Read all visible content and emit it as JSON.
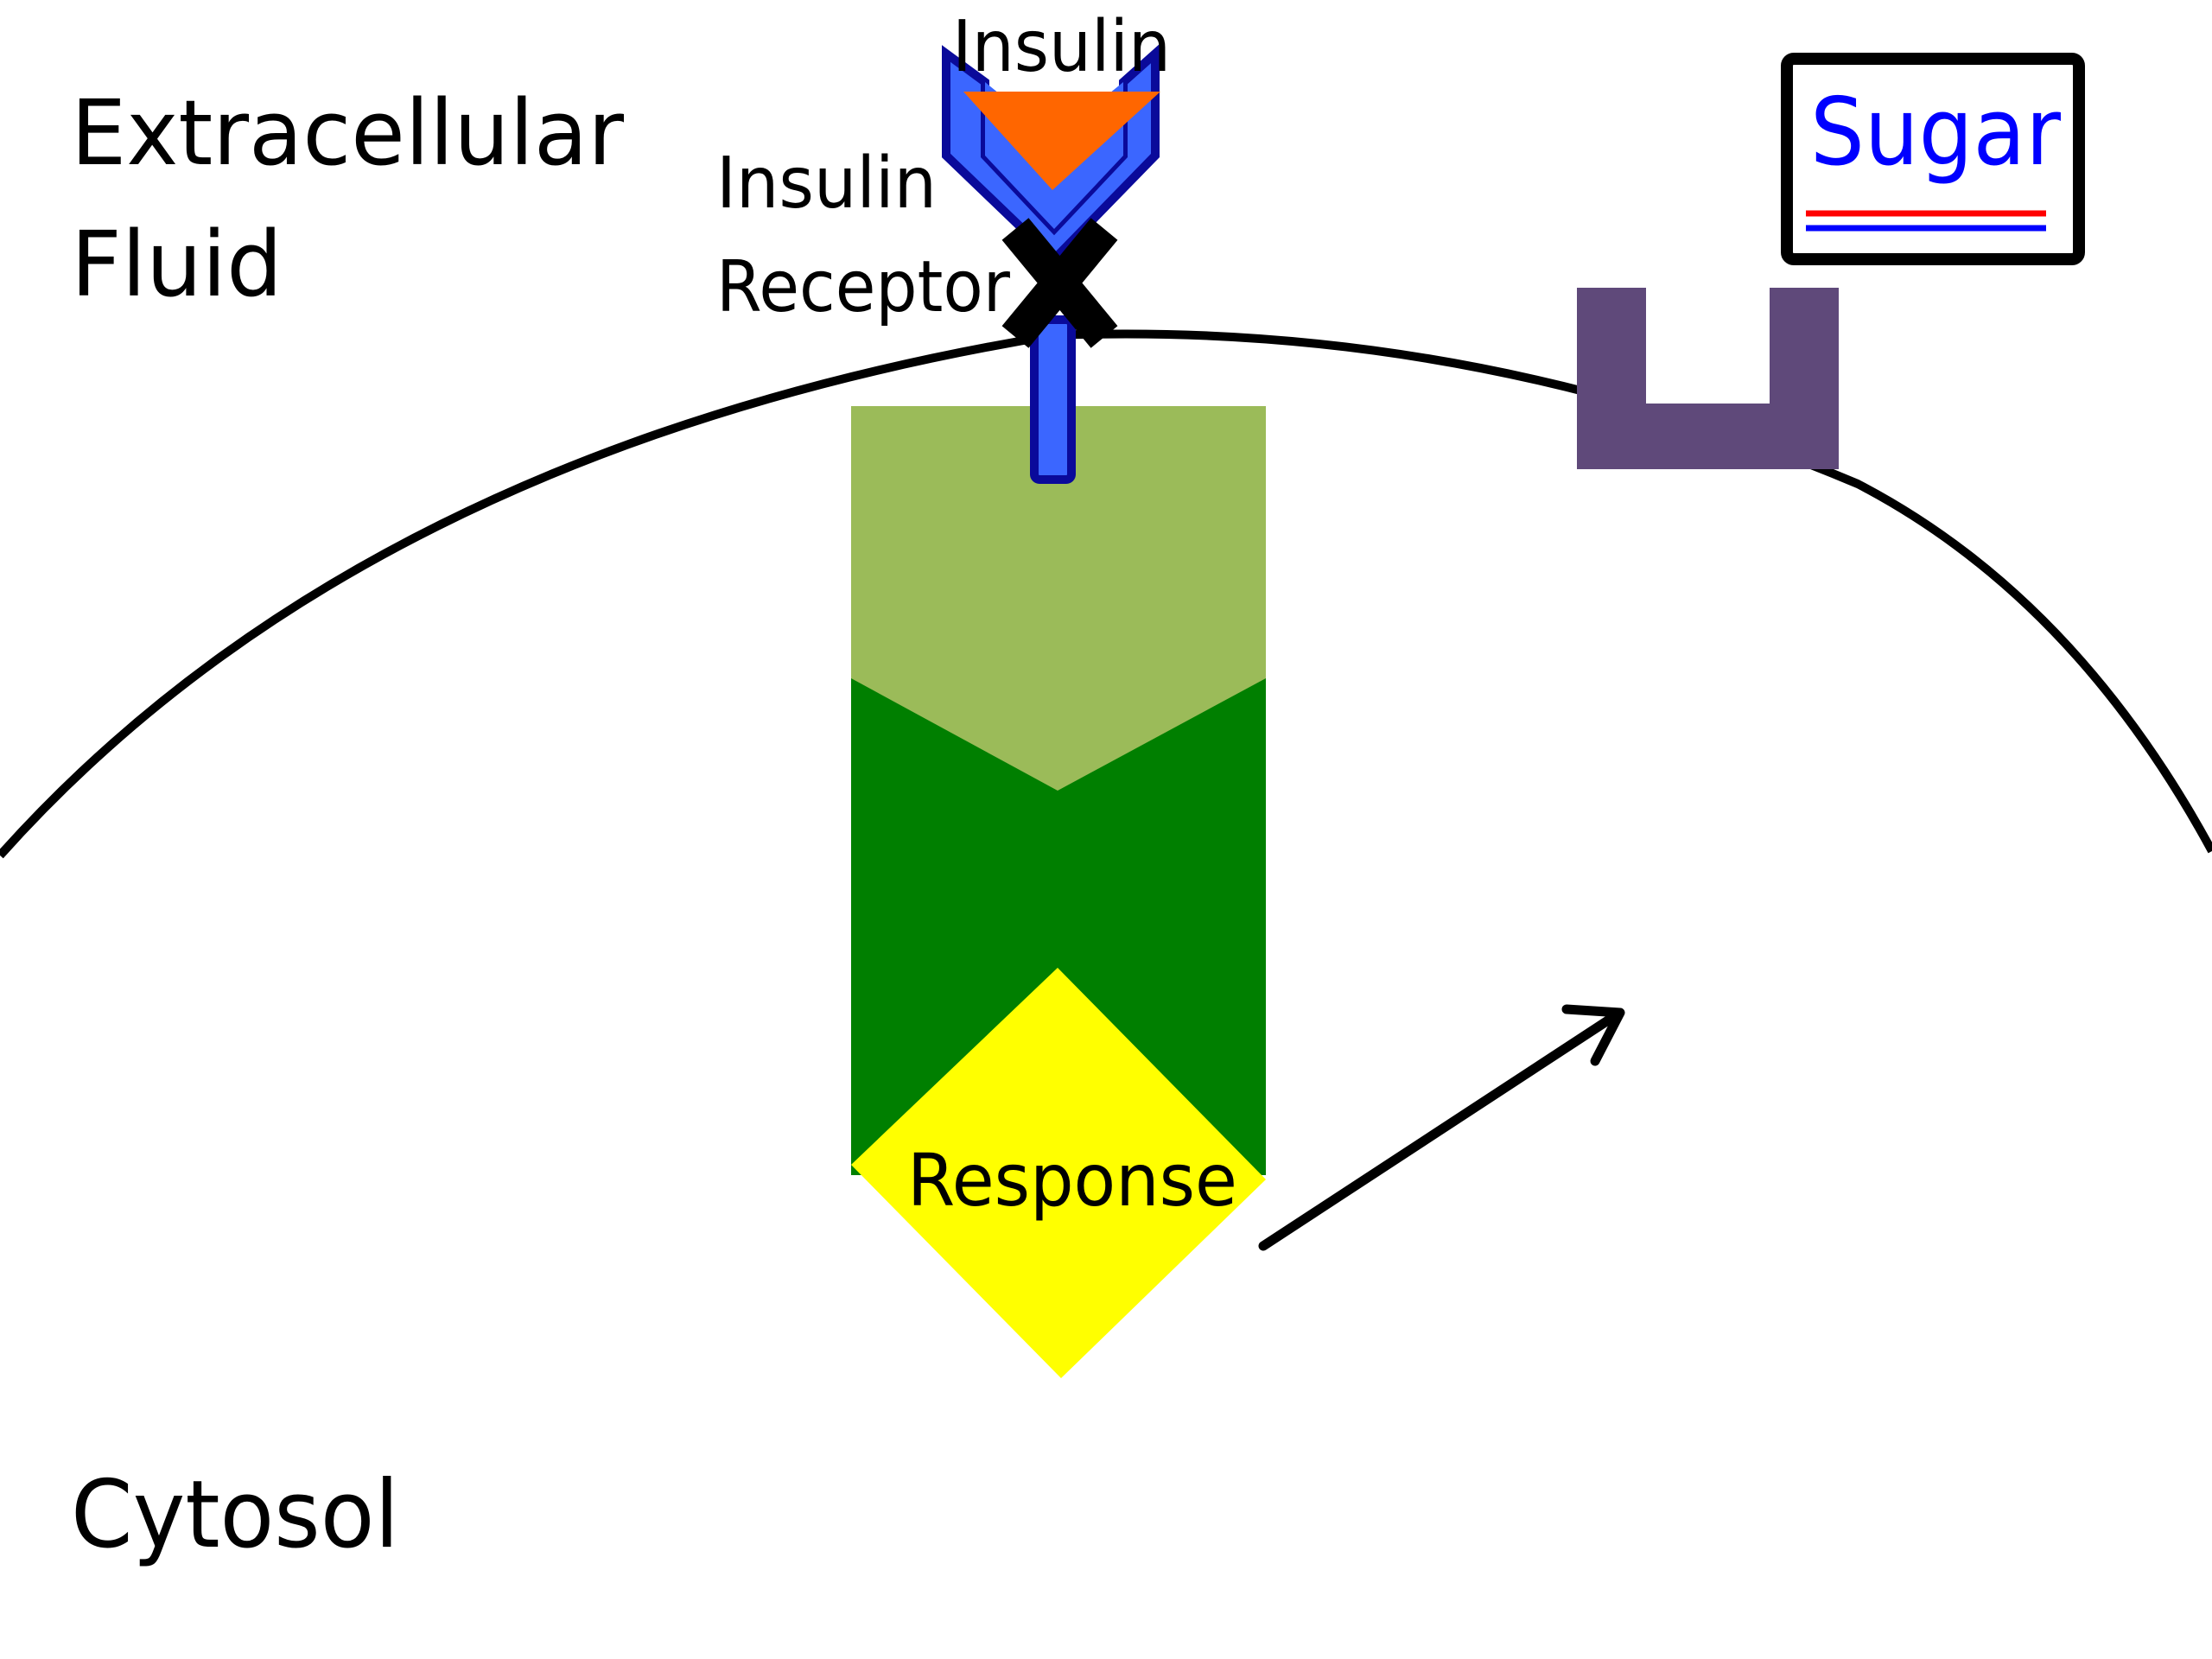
{
  "labels": {
    "extracellular_line1": "Extracellular",
    "extracellular_line2": "Fluid",
    "cytosol": "Cytosol",
    "insulin": "Insulin",
    "receptor_line1": "Insulin",
    "receptor_line2": "Receptor",
    "response": "Response",
    "sugar": "Sugar"
  },
  "colors": {
    "receptor_fill": "#3b66ff",
    "receptor_outline": "#0a0a9a",
    "insulin": "#ff6600",
    "blocked_x": "#000000",
    "membrane": "#000000",
    "pathway_upper": "#9bbb59",
    "pathway_lower": "#007f00",
    "response": "#ffff00",
    "transporter": "#5f497a",
    "sugar_text": "#0000ff",
    "sugar_line_red": "#ff0000",
    "sugar_line_blue": "#0000ff"
  },
  "icons": {
    "blocked": "x-mark-icon",
    "arrow": "arrow-up-right-icon"
  }
}
